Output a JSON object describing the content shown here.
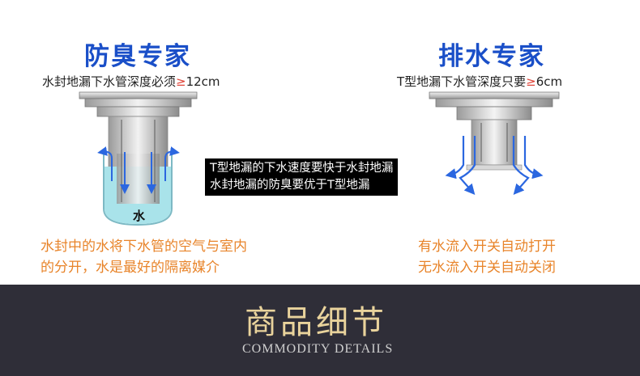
{
  "left": {
    "title": "防臭专家",
    "subtitle_prefix": "水封地漏下水管深度必须",
    "subtitle_symbol": "≥",
    "subtitle_suffix": "12cm",
    "water_label": "水",
    "note_line1": "水封中的水将下水管的空气与室内",
    "note_line2": "的分开，水是最好的隔离媒介"
  },
  "right": {
    "title": "排水专家",
    "subtitle_prefix": "T型地漏下水管深度只要",
    "subtitle_symbol": "≥",
    "subtitle_suffix": "6cm",
    "note_line1": "有水流入开关自动打开",
    "note_line2": "无水流入开关自动关闭"
  },
  "center": {
    "line1": "T型地漏的下水速度要快于水封地漏",
    "line2": "水封地漏的防臭要优于T型地漏"
  },
  "footer": {
    "cn_title": "商品细节",
    "en_title": "COMMODITY DETAILS"
  },
  "colors": {
    "title_blue": "#1a4fc8",
    "orange": "#e8842a",
    "symbol_red": "#e0463a",
    "footer_bg": "#2f2e38",
    "footer_gold": "#e9d39c",
    "water": "#a9e3ea",
    "arrow_blue": "#2b67e0"
  }
}
